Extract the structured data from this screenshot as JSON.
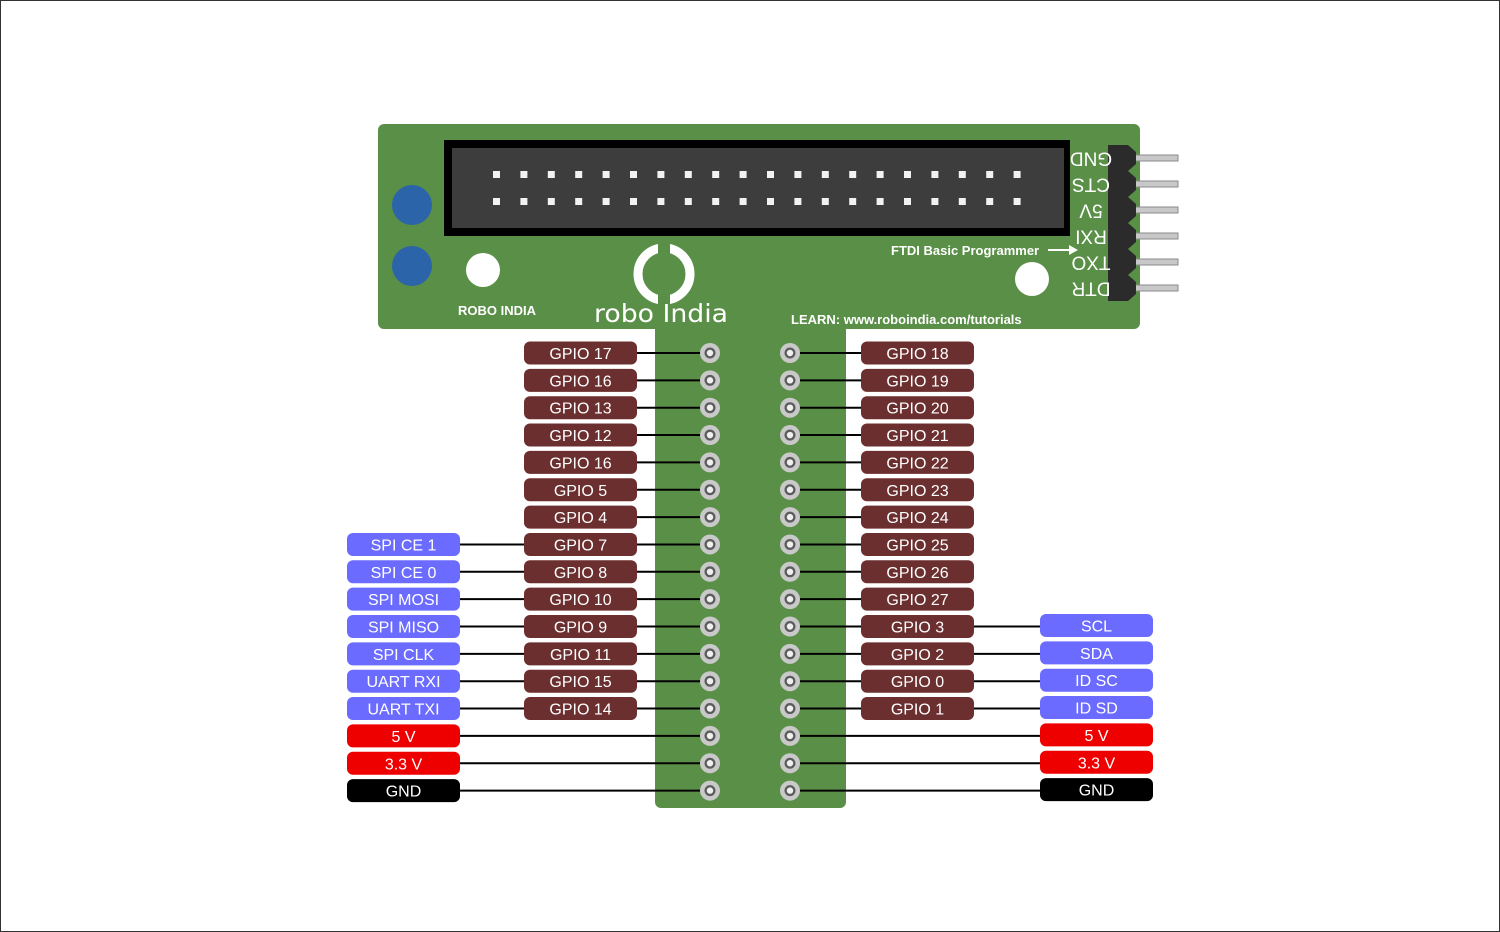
{
  "board": {
    "brand_label": "ROBO INDIA",
    "logo_text": "robo India",
    "learn_text": "LEARN: www.roboindia.com/tutorials",
    "ftdi_label": "FTDI Basic Programmer",
    "ftdi_pins": [
      "GND",
      "CTS",
      "5V",
      "RXI",
      "TXO",
      "DTR"
    ]
  },
  "colors": {
    "pcb": "#5a8f47",
    "gpio": "#6b2f2f",
    "function": "#6b6bff",
    "power": "#ee0000",
    "ground": "#000000"
  },
  "left_pins": [
    {
      "gpio": "GPIO 17"
    },
    {
      "gpio": "GPIO 16"
    },
    {
      "gpio": "GPIO 13"
    },
    {
      "gpio": "GPIO 12"
    },
    {
      "gpio": "GPIO 16"
    },
    {
      "gpio": "GPIO 5"
    },
    {
      "gpio": "GPIO 4"
    },
    {
      "gpio": "GPIO 7",
      "func": "SPI CE 1",
      "ftype": "function"
    },
    {
      "gpio": "GPIO 8",
      "func": "SPI CE 0",
      "ftype": "function"
    },
    {
      "gpio": "GPIO 10",
      "func": "SPI MOSI",
      "ftype": "function"
    },
    {
      "gpio": "GPIO 9",
      "func": "SPI MISO",
      "ftype": "function"
    },
    {
      "gpio": "GPIO 11",
      "func": "SPI CLK",
      "ftype": "function"
    },
    {
      "gpio": "GPIO 15",
      "func": "UART RXI",
      "ftype": "function"
    },
    {
      "gpio": "GPIO 14",
      "func": "UART TXI",
      "ftype": "function"
    },
    {
      "func": "5 V",
      "ftype": "power"
    },
    {
      "func": "3.3 V",
      "ftype": "power"
    },
    {
      "func": "GND",
      "ftype": "ground"
    }
  ],
  "right_pins": [
    {
      "gpio": "GPIO 18"
    },
    {
      "gpio": "GPIO 19"
    },
    {
      "gpio": "GPIO 20"
    },
    {
      "gpio": "GPIO 21"
    },
    {
      "gpio": "GPIO 22"
    },
    {
      "gpio": "GPIO 23"
    },
    {
      "gpio": "GPIO 24"
    },
    {
      "gpio": "GPIO 25"
    },
    {
      "gpio": "GPIO 26"
    },
    {
      "gpio": "GPIO 27"
    },
    {
      "gpio": "GPIO 3",
      "func": "SCL",
      "ftype": "function"
    },
    {
      "gpio": "GPIO 2",
      "func": "SDA",
      "ftype": "function"
    },
    {
      "gpio": "GPIO 0",
      "func": "ID SC",
      "ftype": "function"
    },
    {
      "gpio": "GPIO 1",
      "func": "ID SD",
      "ftype": "function"
    },
    {
      "func": "5 V",
      "ftype": "power"
    },
    {
      "func": "3.3 V",
      "ftype": "power"
    },
    {
      "func": "GND",
      "ftype": "ground"
    }
  ]
}
